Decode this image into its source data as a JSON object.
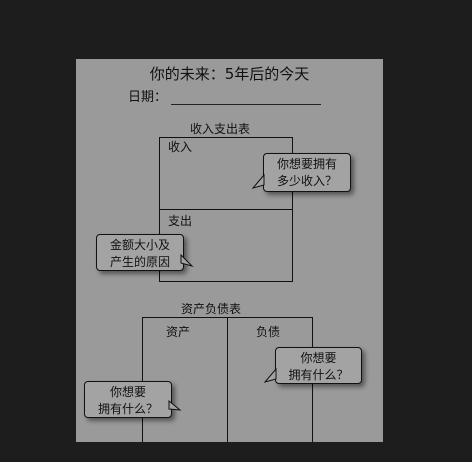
{
  "document": {
    "title": "你的未来：5年后的今天",
    "date_label": "日期：",
    "income_statement": {
      "title": "收入支出表",
      "income_label": "收入",
      "expense_label": "支出"
    },
    "balance_sheet": {
      "title": "资产负债表",
      "assets_label": "资产",
      "liabilities_label": "负债"
    },
    "callouts": {
      "income": [
        "你想要拥有",
        "多少收入？"
      ],
      "expense": [
        "金额大小及",
        "产生的原因"
      ],
      "liabilities": [
        "你想要",
        "拥有什么？"
      ],
      "assets": [
        "你想要",
        "拥有什么？"
      ]
    }
  }
}
